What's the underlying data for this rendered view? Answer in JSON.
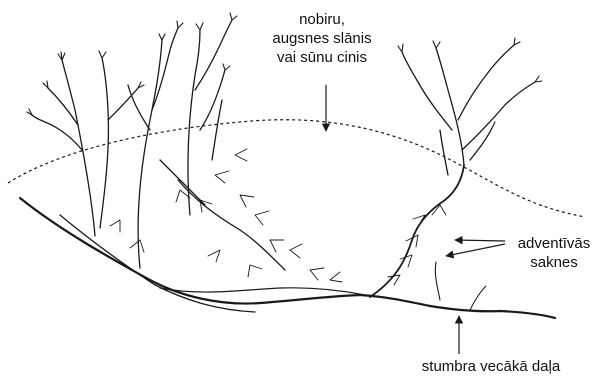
{
  "labels": {
    "litter_layer": [
      "nobiru,",
      "augsnes slānis",
      "vai sūnu cinis"
    ],
    "adventitious_roots": [
      "adventīvās",
      "saknes"
    ],
    "old_stem_part": "stumbra vecākā daļa"
  },
  "colors": {
    "ink": "#1a1a1a",
    "background": "#ffffff"
  }
}
